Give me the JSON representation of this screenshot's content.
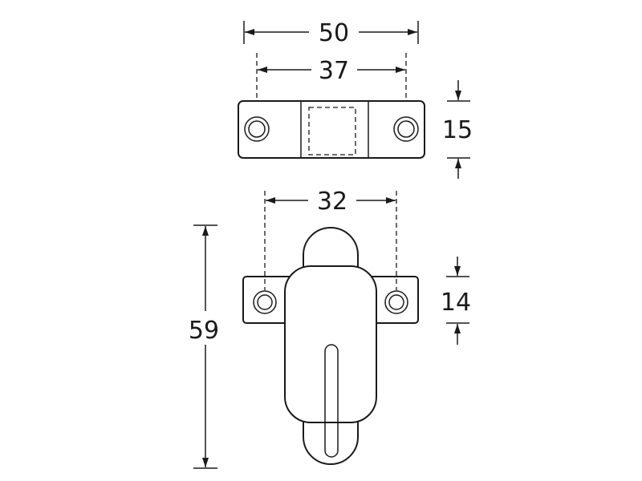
{
  "dimensions": {
    "top_overall_width": "50",
    "top_hole_spacing": "37",
    "top_height": "15",
    "bottom_hole_spacing": "32",
    "bottom_plate_height": "14",
    "bottom_overall_height": "59"
  }
}
